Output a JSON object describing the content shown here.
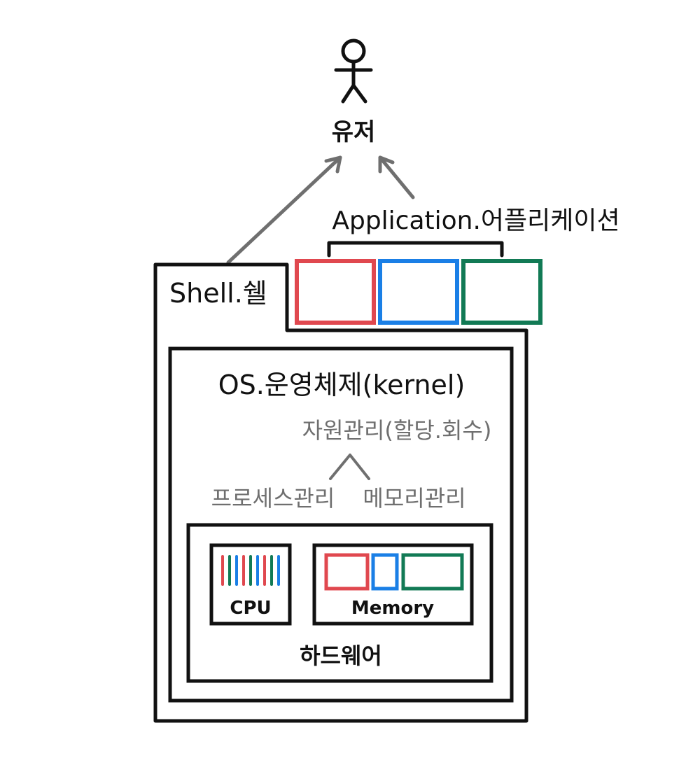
{
  "labels": {
    "user": "유저",
    "application": "Application.어플리케이션",
    "shell": "Shell.쉘",
    "os": "OS.운영체제(kernel)",
    "resource_mgmt": "자원관리(할당.회수)",
    "process_mgmt": "프로세스관리",
    "memory_mgmt": "메모리관리",
    "cpu": "CPU",
    "memory": "Memory",
    "hardware": "하드웨어"
  },
  "colors": {
    "red": "#e0484f",
    "blue": "#1a7fe6",
    "green": "#127a55",
    "gray": "#6f6f6f",
    "black": "#111111"
  },
  "cpu_bar_colors": [
    "red",
    "green",
    "blue",
    "red",
    "green",
    "blue",
    "red",
    "green",
    "blue"
  ],
  "app_box_colors": [
    "red",
    "blue",
    "green"
  ],
  "memory_block_colors": [
    "red",
    "blue",
    "green"
  ]
}
